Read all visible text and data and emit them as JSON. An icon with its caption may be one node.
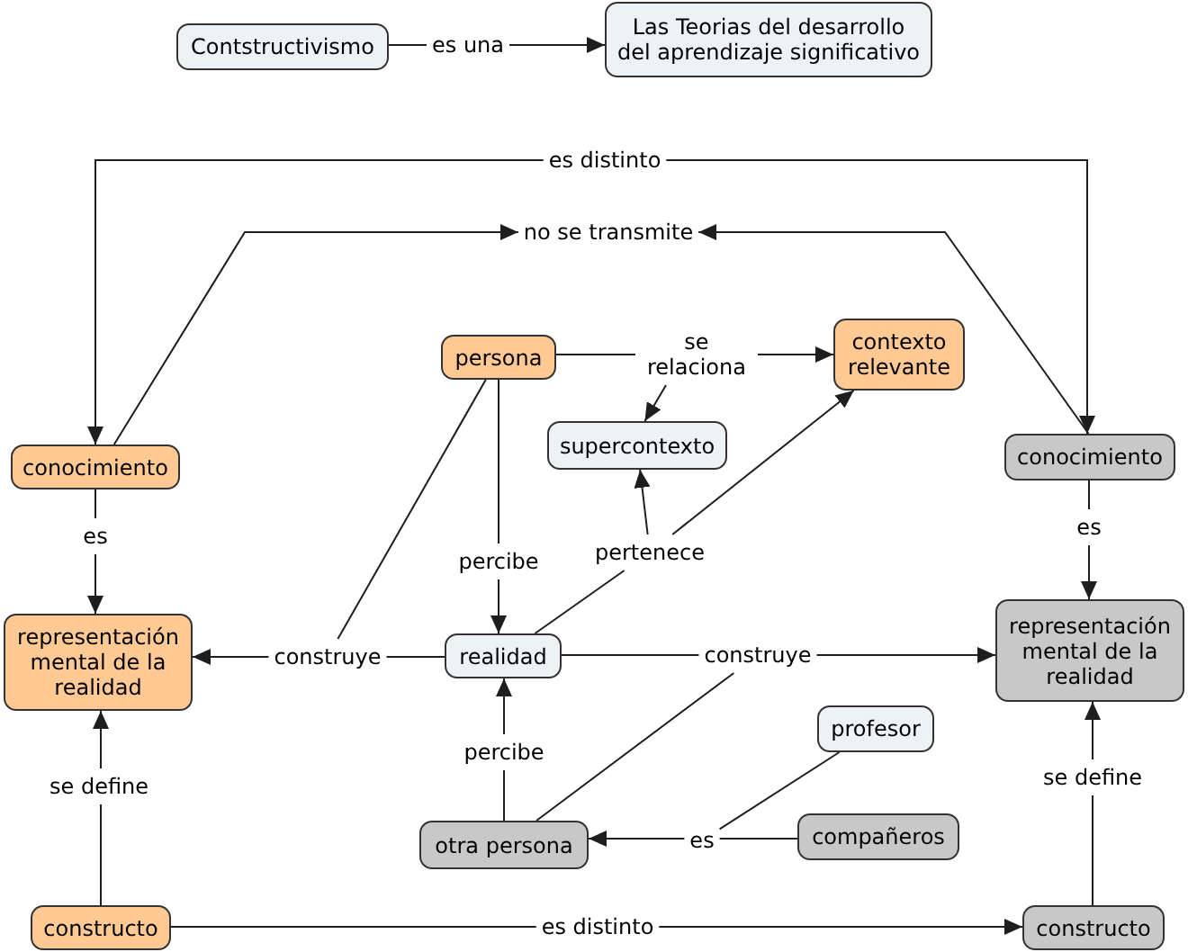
{
  "diagram": {
    "nodes": [
      {
        "text": [
          "Contstructivismo"
        ]
      },
      {
        "text": [
          "es una"
        ]
      },
      {
        "text": [
          "Las Teorias del desarrollo del aprendizaje significativo"
        ]
      },
      {
        "text": [
          "es distinto"
        ]
      },
      {
        "text": [
          "no se transmite"
        ]
      },
      {
        "text": [
          "persona"
        ]
      },
      {
        "text": [
          "se relaciona"
        ]
      },
      {
        "text": [
          "contexto relevante"
        ]
      },
      {
        "text": [
          "conocimiento"
        ]
      },
      {
        "text": [
          "supercontexto"
        ]
      },
      {
        "text": [
          "conocimiento"
        ]
      },
      {
        "text": [
          "es"
        ]
      },
      {
        "text": [
          "es"
        ]
      },
      {
        "text": [
          "pertenece"
        ]
      },
      {
        "text": [
          "percibe"
        ]
      },
      {
        "text": [
          "representación mental de la realidad"
        ]
      },
      {
        "text": [
          "construye"
        ]
      },
      {
        "text": [
          "realidad"
        ]
      },
      {
        "text": [
          "construye"
        ]
      },
      {
        "text": [
          "representación mental de la realidad"
        ]
      },
      {
        "text": [
          "profesor"
        ]
      },
      {
        "text": [
          "percibe"
        ]
      },
      {
        "text": [
          "se define"
        ]
      },
      {
        "text": [
          "se define"
        ]
      },
      {
        "text": [
          "otra persona"
        ]
      },
      {
        "text": [
          "es"
        ]
      },
      {
        "text": [
          "compañeros"
        ]
      },
      {
        "text": [
          "constructo"
        ]
      },
      {
        "text": [
          "es distinto"
        ]
      },
      {
        "text": [
          "constructo"
        ]
      }
    ],
    "edges": [
      {
        "from": 0,
        "to": 1,
        "arrow": "none"
      },
      {
        "from": 1,
        "to": 2,
        "arrow": "to"
      },
      {
        "from": 3,
        "to": 8,
        "arrow": "to"
      },
      {
        "from": 3,
        "to": 10,
        "arrow": "to"
      },
      {
        "from": 8,
        "to": 4,
        "arrow": "to"
      },
      {
        "from": 10,
        "to": 4,
        "arrow": "to"
      },
      {
        "from": 5,
        "to": 6,
        "arrow": "none"
      },
      {
        "from": 6,
        "to": 7,
        "arrow": "to"
      },
      {
        "from": 6,
        "to": 9,
        "arrow": "to"
      },
      {
        "from": 5,
        "to": 14,
        "arrow": "none"
      },
      {
        "from": 14,
        "to": 17,
        "arrow": "to"
      },
      {
        "from": 5,
        "to": 16,
        "arrow": "none"
      },
      {
        "from": 17,
        "to": 16,
        "arrow": "none"
      },
      {
        "from": 16,
        "to": 15,
        "arrow": "to"
      },
      {
        "from": 8,
        "to": 11,
        "arrow": "none"
      },
      {
        "from": 11,
        "to": 15,
        "arrow": "to"
      },
      {
        "from": 10,
        "to": 12,
        "arrow": "none"
      },
      {
        "from": 12,
        "to": 19,
        "arrow": "to"
      },
      {
        "from": 17,
        "to": 13,
        "arrow": "none"
      },
      {
        "from": 13,
        "to": 9,
        "arrow": "to"
      },
      {
        "from": 13,
        "to": 7,
        "arrow": "to"
      },
      {
        "from": 17,
        "to": 18,
        "arrow": "none"
      },
      {
        "from": 24,
        "to": 18,
        "arrow": "none"
      },
      {
        "from": 18,
        "to": 19,
        "arrow": "to"
      },
      {
        "from": 24,
        "to": 21,
        "arrow": "none"
      },
      {
        "from": 21,
        "to": 17,
        "arrow": "to"
      },
      {
        "from": 20,
        "to": 25,
        "arrow": "none"
      },
      {
        "from": 26,
        "to": 25,
        "arrow": "none"
      },
      {
        "from": 25,
        "to": 24,
        "arrow": "to"
      },
      {
        "from": 27,
        "to": 22,
        "arrow": "none"
      },
      {
        "from": 22,
        "to": 15,
        "arrow": "to"
      },
      {
        "from": 29,
        "to": 23,
        "arrow": "none"
      },
      {
        "from": 23,
        "to": 19,
        "arrow": "to"
      },
      {
        "from": 27,
        "to": 28,
        "arrow": "none"
      },
      {
        "from": 28,
        "to": 29,
        "arrow": "to"
      }
    ]
  }
}
